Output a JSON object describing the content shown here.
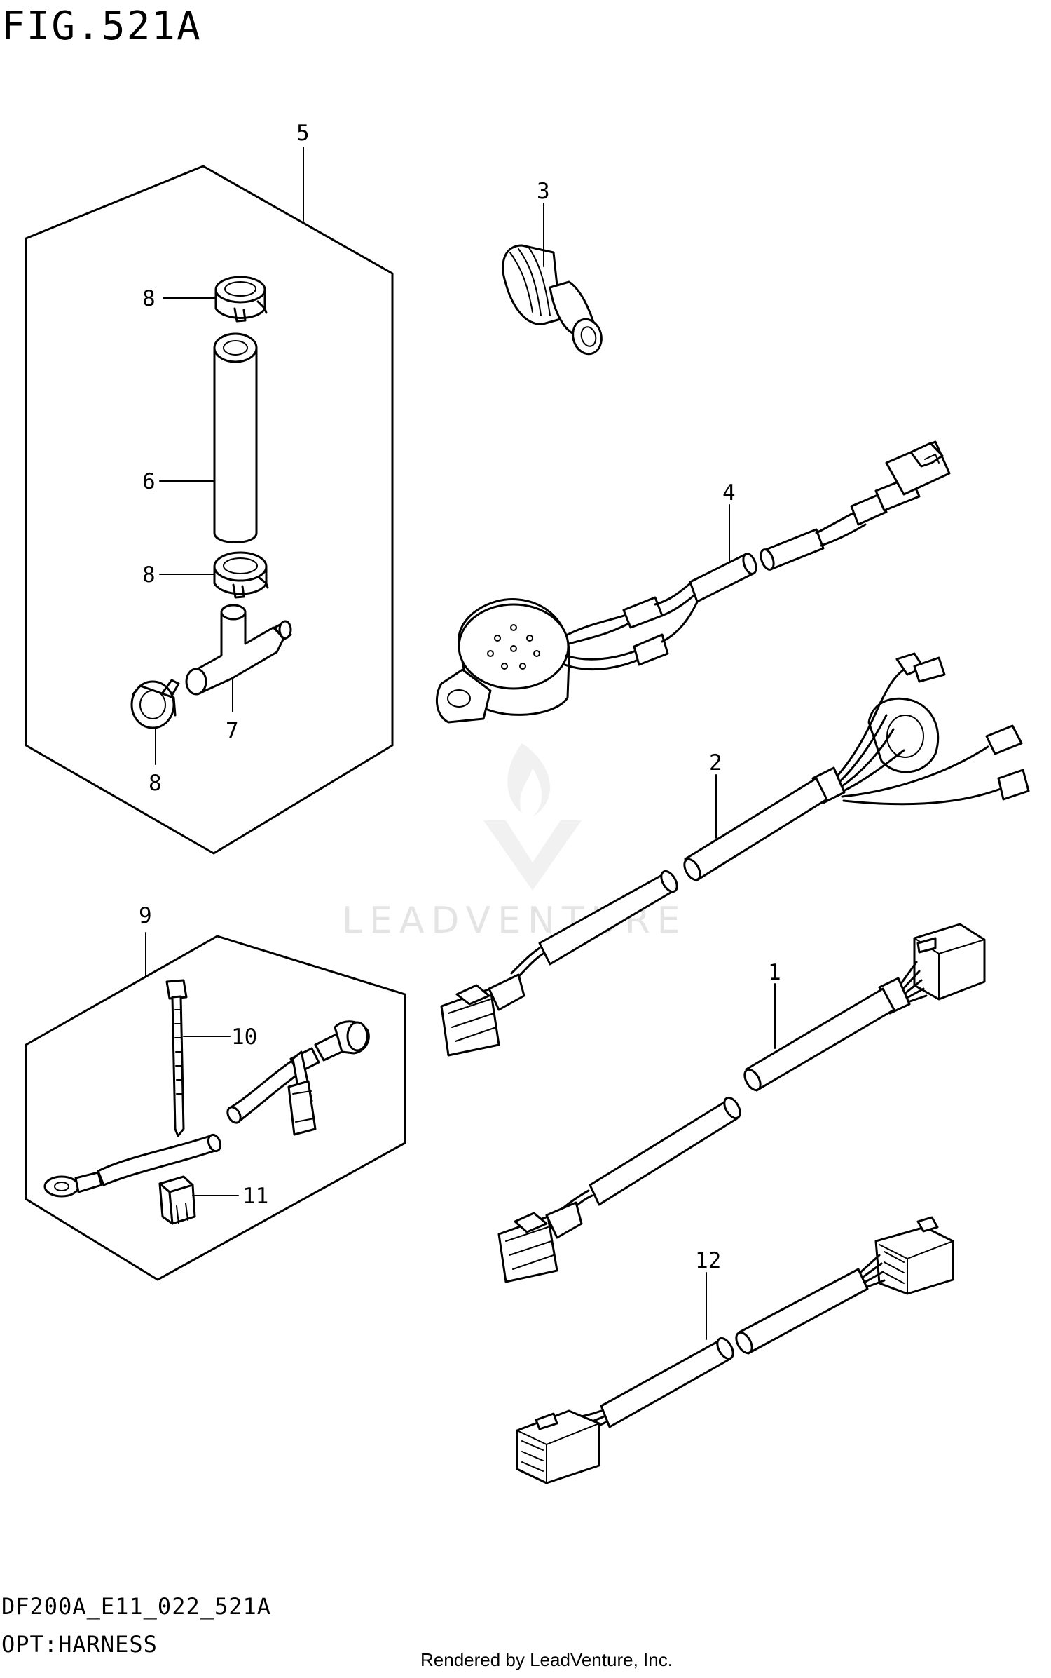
{
  "figure_title": "FIG.521A",
  "footer": {
    "code": "DF200A_E11_022_521A",
    "section": "OPT:HARNESS",
    "credit": "Rendered by LeadVenture, Inc."
  },
  "watermark": "LEADVENTURE",
  "callouts": {
    "c1": "1",
    "c2": "2",
    "c3": "3",
    "c4": "4",
    "c5": "5",
    "c6": "6",
    "c7": "7",
    "c8a": "8",
    "c8b": "8",
    "c8c": "8",
    "c9": "9",
    "c10": "10",
    "c11": "11",
    "c12": "12"
  }
}
